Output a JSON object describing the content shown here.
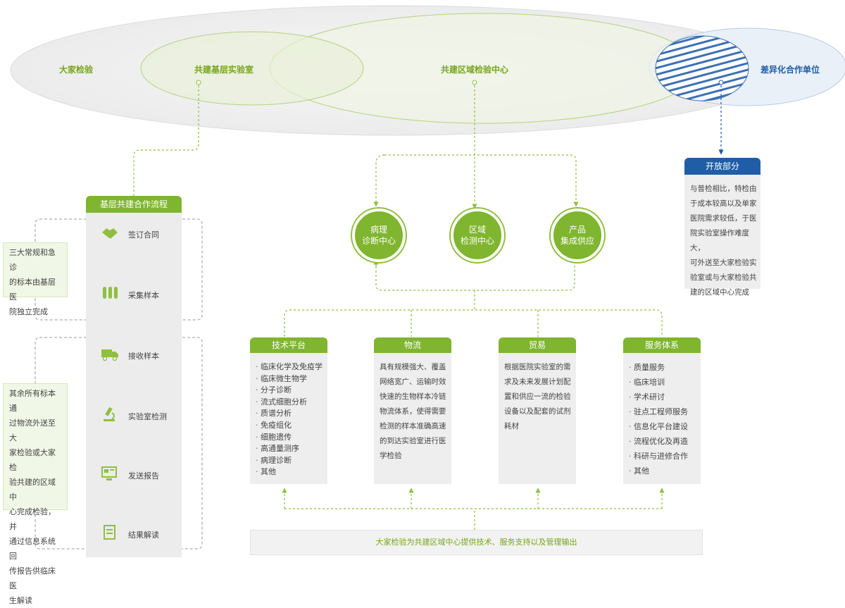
{
  "top": {
    "labels": [
      "大家检验",
      "共建基层实验室",
      "共建区域检验中心",
      "差异化合作单位"
    ]
  },
  "open_part": {
    "title": "开放部分",
    "text": [
      "与普检相比，特检由",
      "于成本较高以及单家",
      "医院需求较低，于医",
      "院实验室操作难度大，",
      "可外送至大家检验实",
      "验室或与大家检验共",
      "建的区域中心完成"
    ]
  },
  "centers": [
    "病理\n诊断中心",
    "区域\n检测中心",
    "产品\n集成供应"
  ],
  "process": {
    "title": "基层共建合作流程",
    "steps": [
      "签订合同",
      "采集样本",
      "接收样本",
      "实验室检测",
      "发送报告",
      "结果解读"
    ],
    "note1": [
      "三大常规和急诊",
      "的标本由基层医",
      "院独立完成"
    ],
    "note2": [
      "其余所有标本通",
      "过物流外送至大",
      "家检验或大家检",
      "验共建的区域中",
      "心完成检验，并",
      "通过信息系统回",
      "传报告供临床医",
      "生解读"
    ]
  },
  "columns": [
    {
      "title": "技术平台",
      "items": [
        "临床化学及免疫学",
        "临床微生物学",
        "分子诊断",
        "流式细胞分析",
        "质谱分析",
        "免疫组化",
        "细胞遗传",
        "高通量测序",
        "病理诊断",
        "其他"
      ]
    },
    {
      "title": "物流",
      "text": [
        "具有规模强大、覆盖",
        "网络宽广、运输时效",
        "快速的生物样本冷链",
        "物流体系，使得需要",
        "检测的样本准确高速",
        "的到达实验室进行医",
        "学检验"
      ]
    },
    {
      "title": "贸易",
      "text": [
        "根据医院实验室的需",
        "求及未来发展计划配",
        "置和供应一流的检验",
        "设备以及配套的试剂",
        "耗材"
      ]
    },
    {
      "title": "服务体系",
      "items": [
        "质量服务",
        "临床培训",
        "学术研讨",
        "驻点工程师服务",
        "信息化平台建设",
        "流程优化及再造",
        "科研与进修合作",
        "其他"
      ]
    }
  ],
  "bottom": "大家检验为共建区域中心提供技术、服务支持以及管理输出",
  "colors": {
    "green": "#7fb52f",
    "blue": "#1f5da6",
    "gray": "#eeeeee"
  }
}
